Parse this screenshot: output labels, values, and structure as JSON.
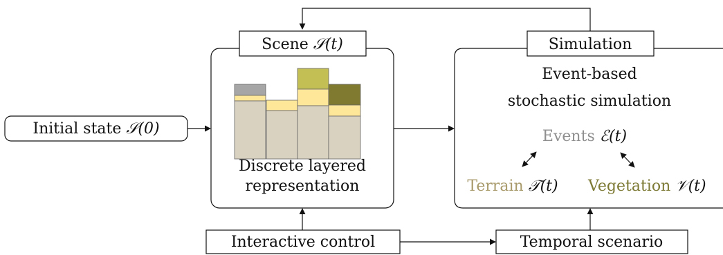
{
  "nodes": {
    "initial_state": {
      "label": "Initial state",
      "math": "𝒮(0)"
    },
    "scene": {
      "tab_label": "Scene",
      "tab_math": "𝒮(t)",
      "caption_line1": "Discrete layered",
      "caption_line2": "representation"
    },
    "simulation": {
      "tab_label": "Simulation",
      "title_line1": "Event-based",
      "title_line2": "stochastic simulation",
      "events": {
        "label": "Events",
        "math": "ℰ(t)"
      },
      "terrain": {
        "label": "Terrain",
        "math": "𝒯(t)"
      },
      "vegetation": {
        "label": "Vegetation",
        "math": "𝒱(t)"
      }
    },
    "interactive_control": {
      "label": "Interactive control"
    },
    "temporal_scenario": {
      "label": "Temporal scenario"
    }
  },
  "colors": {
    "events": "#8f8f8f",
    "terrain": "#a89a6b",
    "vegetation": "#7d7a35",
    "bedrock": "#d9d2c0",
    "sand": "#ffe79a",
    "grass": "#c3bf55",
    "forest": "#807a30",
    "rock": "#a6a6a6"
  }
}
